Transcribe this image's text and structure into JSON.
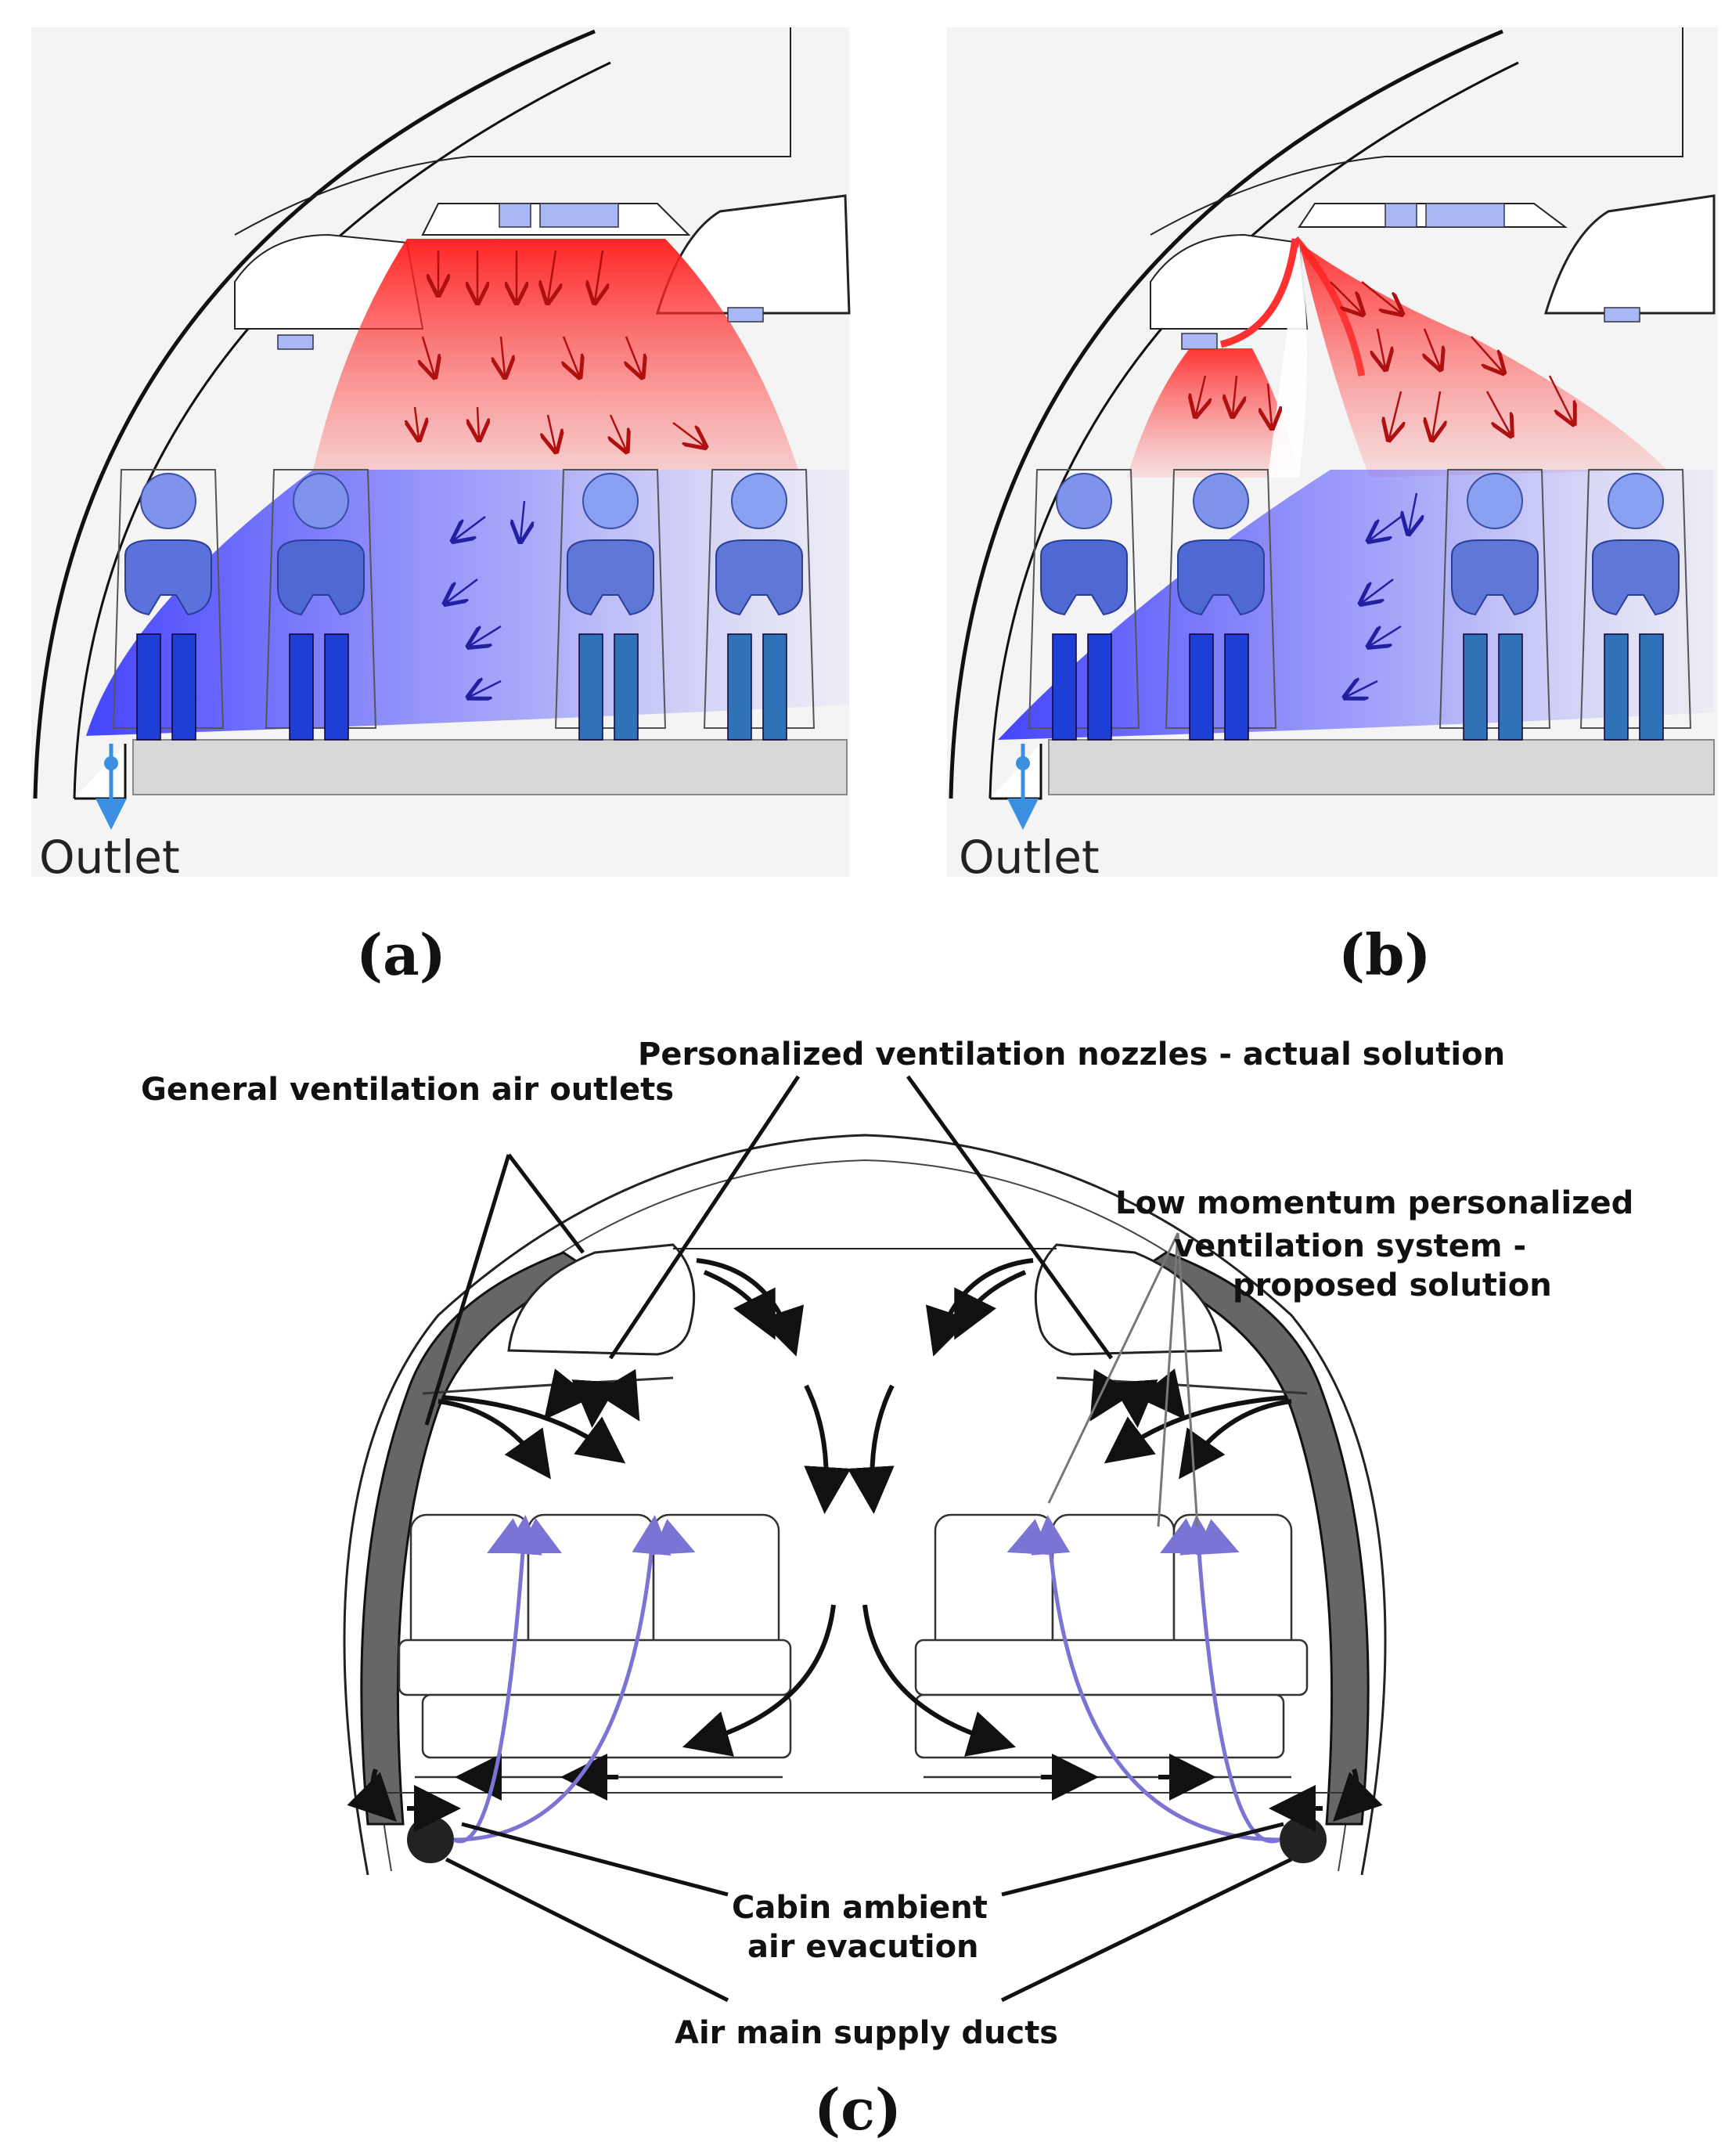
{
  "panel_a": {
    "outlet_label": "Outlet",
    "caption": "(a)"
  },
  "panel_b": {
    "outlet_label": "Outlet",
    "caption": "(b)"
  },
  "panel_c": {
    "caption": "(c)",
    "labels": {
      "personalized_nozzles": "Personalized ventilation nozzles - actual solution",
      "general_outlets": "General ventilation air outlets",
      "low_momentum_line1": "Low momentum personalized",
      "low_momentum_line2": "ventilation system -",
      "low_momentum_line3": "proposed solution",
      "cabin_evac_line1": "Cabin ambient",
      "cabin_evac_line2": "air evacution",
      "supply_ducts": "Air main supply ducts"
    }
  },
  "colors": {
    "warm_air": "#ff2020",
    "cool_air": "#2a2af0",
    "passenger": "#6f86e6",
    "purple_flow": "#7b74d4",
    "outlet_arrow": "#3a8fe0"
  }
}
